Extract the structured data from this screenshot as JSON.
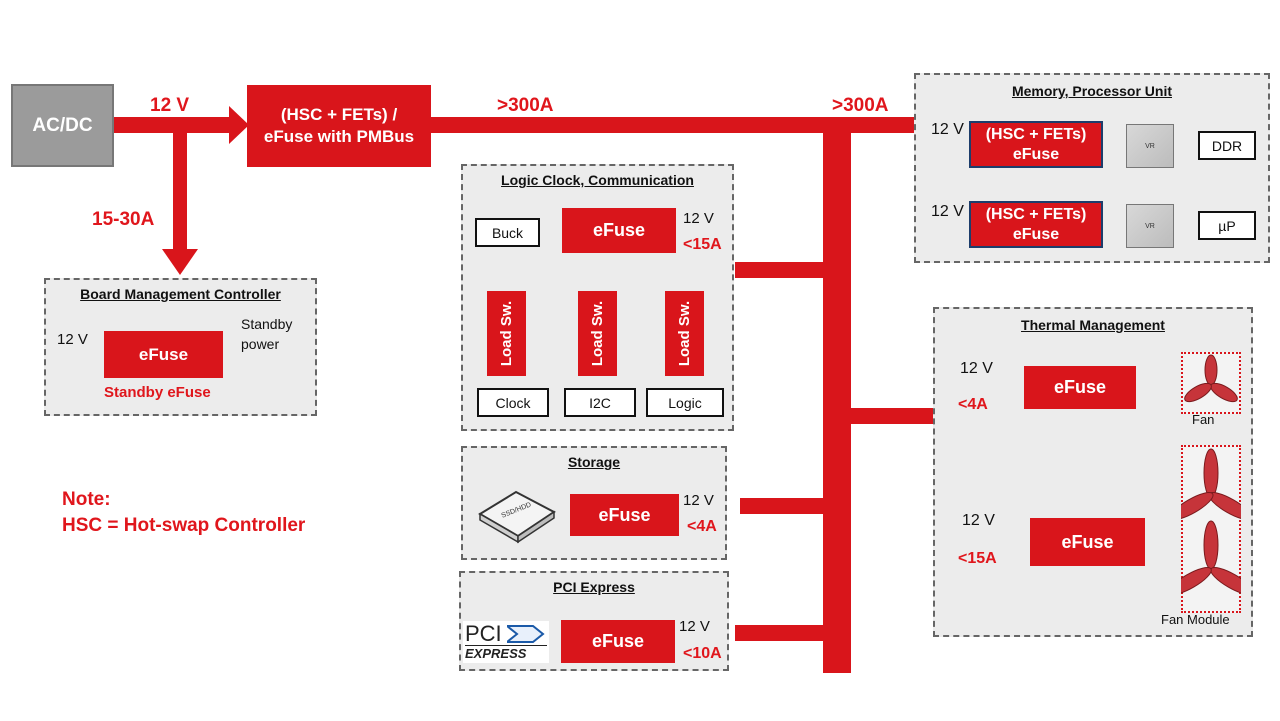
{
  "colors": {
    "accent_red": "#d9151b",
    "section_bg": "#ececec",
    "source_gray": "#9b9b9b"
  },
  "source": {
    "label": "AC/DC"
  },
  "main_bus": {
    "voltage": "12 V",
    "branch_current": "15-30A",
    "hsc_label": "(HSC + FETs) / eFuse with PMBus",
    "current_1": ">300A",
    "current_2": ">300A"
  },
  "bmc": {
    "title": "Board Management Controller",
    "voltage": "12 V",
    "efuse": "eFuse",
    "caption": "Standby eFuse",
    "output": "Standby power"
  },
  "note": {
    "line1": "Note:",
    "line2": "HSC =  Hot-swap Controller"
  },
  "logic": {
    "title": "Logic Clock, Communication",
    "buck": "Buck",
    "efuse": "eFuse",
    "voltage": "12 V",
    "current": "<15A",
    "switches": [
      {
        "label": "Load Sw.",
        "output": "Clock"
      },
      {
        "label": "Load Sw.",
        "output": "I2C"
      },
      {
        "label": "Load Sw.",
        "output": "Logic"
      }
    ]
  },
  "storage": {
    "title": "Storage",
    "device": "SSD/HDD",
    "efuse": "eFuse",
    "voltage": "12 V",
    "current": "<4A"
  },
  "pcie": {
    "title": "PCI Express",
    "logo_top": "PCI",
    "logo_bottom": "EXPRESS",
    "efuse": "eFuse",
    "voltage": "12 V",
    "current": "<10A"
  },
  "memory": {
    "title": "Memory, Processor Unit",
    "rows": [
      {
        "voltage": "12 V",
        "fuse": "(HSC + FETs) eFuse",
        "vr": "VR",
        "output": "DDR"
      },
      {
        "voltage": "12 V",
        "fuse": "(HSC + FETs) eFuse",
        "vr": "VR",
        "output": "µP"
      }
    ]
  },
  "thermal": {
    "title": "Thermal Management",
    "fan": {
      "voltage": "12 V",
      "current": "<4A",
      "efuse": "eFuse",
      "label": "Fan"
    },
    "fan_module": {
      "voltage": "12 V",
      "current": "<15A",
      "efuse": "eFuse",
      "label": "Fan Module"
    }
  }
}
